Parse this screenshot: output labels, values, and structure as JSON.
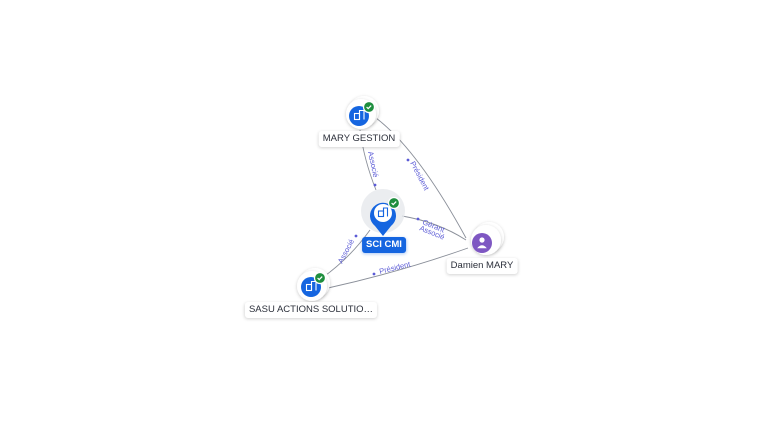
{
  "colors": {
    "company": "#1565e0",
    "person": "#7e57c2",
    "verified": "#1e8e3e",
    "edge": "#8a8f99",
    "edge_label": "#5b5bd6"
  },
  "nodes": {
    "mary_gestion": {
      "label": "MARY GESTION",
      "icon": "building-icon",
      "verified": true
    },
    "sci_cmi": {
      "label": "SCI CMI",
      "icon": "building-icon",
      "verified": true
    },
    "sasu": {
      "label": "SASU ACTIONS SOLUTIO…",
      "icon": "building-icon",
      "verified": true
    },
    "damien": {
      "label": "Damien MARY",
      "icon": "person-icon",
      "verified": false
    }
  },
  "edges": {
    "mary_sci": "Associé",
    "mary_damien": "Président",
    "damien_sci_gerant": "Gérant",
    "damien_sci_associe": "Associé",
    "sasu_sci": "Associé",
    "damien_sasu": "Président"
  }
}
